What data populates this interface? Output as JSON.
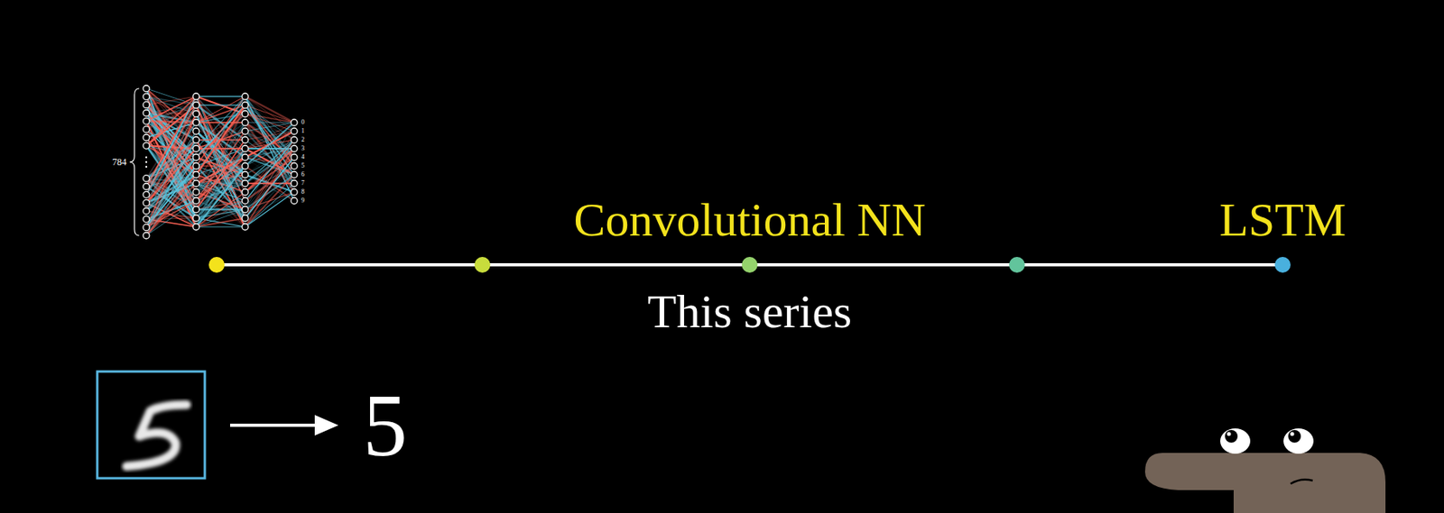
{
  "diagram": {
    "labels": [
      "784",
      "0",
      "1",
      "2",
      "3",
      "4",
      "5",
      "6",
      "7",
      "8",
      "9",
      "Convolutional NN",
      "LSTM",
      "This series",
      "5"
    ]
  }
}
